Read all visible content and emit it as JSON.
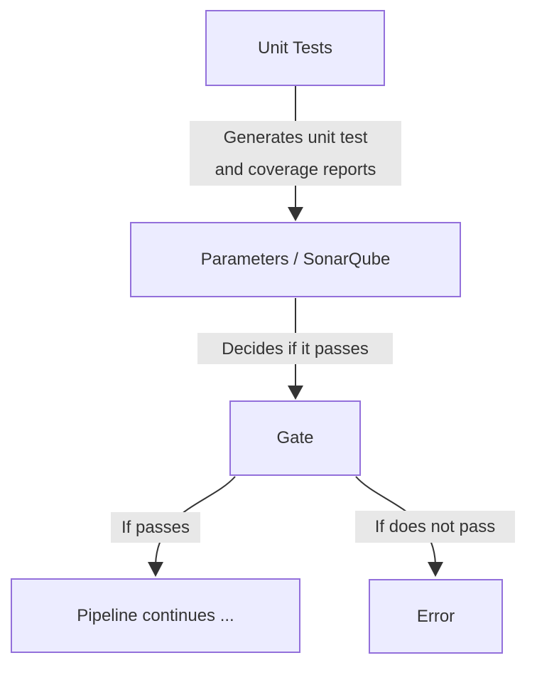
{
  "diagram": {
    "type": "flowchart",
    "direction": "top-down",
    "nodes": [
      {
        "id": "unit-tests",
        "label": "Unit Tests"
      },
      {
        "id": "parameters-sonarqube",
        "label": "Parameters / SonarQube"
      },
      {
        "id": "gate",
        "label": "Gate"
      },
      {
        "id": "pipeline-continues",
        "label": "Pipeline continues ..."
      },
      {
        "id": "error",
        "label": "Error"
      }
    ],
    "edges": [
      {
        "from": "unit-tests",
        "to": "parameters-sonarqube",
        "label": "Generates unit test and coverage reports",
        "label_lines": [
          "Generates unit test",
          "and coverage reports"
        ]
      },
      {
        "from": "parameters-sonarqube",
        "to": "gate",
        "label": "Decides if it passes"
      },
      {
        "from": "gate",
        "to": "pipeline-continues",
        "label": "If passes"
      },
      {
        "from": "gate",
        "to": "error",
        "label": "If does not pass"
      }
    ],
    "colors": {
      "node_fill": "#ECECFF",
      "node_border": "#9370DB",
      "edge_stroke": "#333333",
      "edge_label_bg": "#e8e8e8",
      "text": "#333333",
      "background": "#ffffff"
    }
  }
}
